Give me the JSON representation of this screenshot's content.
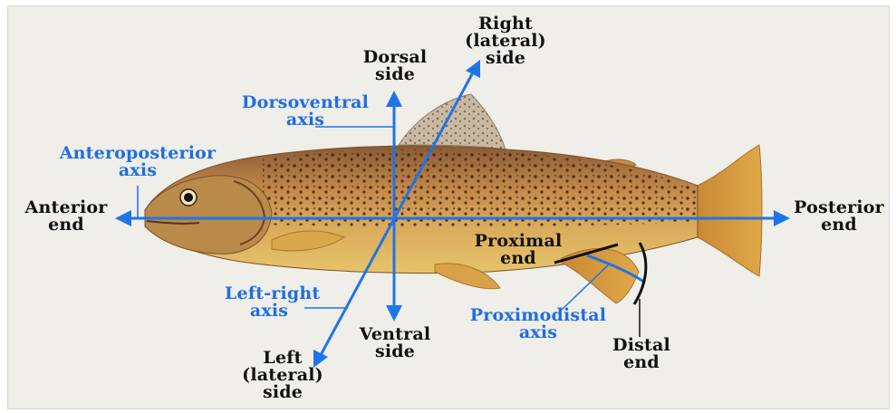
{
  "colors": {
    "axis_blue": "#1f74e8",
    "label_blue": "#1f6fe0",
    "label_black": "#111111",
    "background": "#efeee9",
    "fish_body": "#c98f3e",
    "fish_belly": "#e3bd62",
    "fish_spots": "#3b2417",
    "fish_fin": "#d79a3e"
  },
  "labels": {
    "dorsal": [
      "Dorsal",
      "side"
    ],
    "ventral": [
      "Ventral",
      "side"
    ],
    "right_lateral": [
      "Right",
      "(lateral)",
      "side"
    ],
    "left_lateral": [
      "Left",
      "(lateral)",
      "side"
    ],
    "anterior": [
      "Anterior",
      "end"
    ],
    "posterior": [
      "Posterior",
      "end"
    ],
    "dorsoventral_axis": [
      "Dorsoventral",
      "axis"
    ],
    "anteroposterior_axis": [
      "Anteroposterior",
      "axis"
    ],
    "left_right_axis": [
      "Left-right",
      "axis"
    ],
    "proximodistal_axis": [
      "Proximodistal",
      "axis"
    ],
    "proximal": [
      "Proximal",
      "end"
    ],
    "distal": [
      "Distal",
      "end"
    ]
  }
}
